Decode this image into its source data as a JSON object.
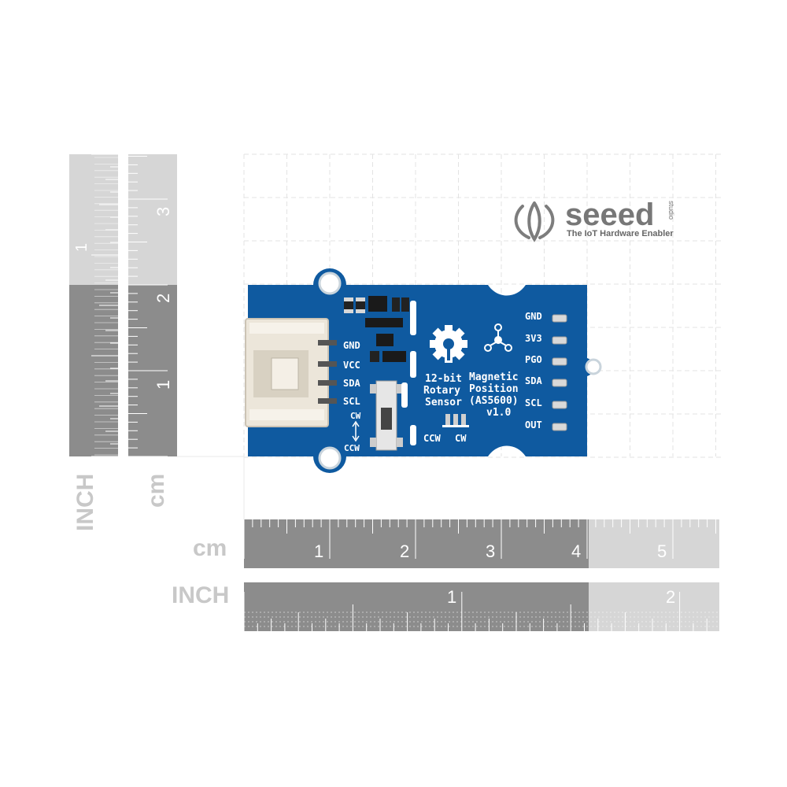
{
  "brand": {
    "name": "seeed",
    "tagline": "The IoT Hardware Enabler",
    "studio": "studio"
  },
  "board": {
    "title_lines": [
      "12-bit",
      "Rotary",
      "Sensor"
    ],
    "subtitle_lines": [
      "Magnetic",
      "Position",
      "(AS5600)",
      "v1.0"
    ],
    "left_pins": [
      "GND",
      "VCC",
      "SDA",
      "SCL"
    ],
    "right_pins": [
      "GND",
      "3V3",
      "PGO",
      "SDA",
      "SCL",
      "OUT"
    ],
    "switch_top": "CW",
    "switch_bottom": "CCW",
    "dir_left": "CCW",
    "dir_right": "CW"
  },
  "rulers": {
    "v_inch_label": "INCH",
    "v_cm_label": "cm",
    "h_cm_label": "cm",
    "h_inch_label": "INCH",
    "v_inch_numbers": [
      "1"
    ],
    "v_cm_numbers": [
      "3",
      "2",
      "1"
    ],
    "h_cm_numbers": [
      "1",
      "2",
      "3",
      "4",
      "5"
    ],
    "h_inch_numbers": [
      "1",
      "2"
    ]
  }
}
